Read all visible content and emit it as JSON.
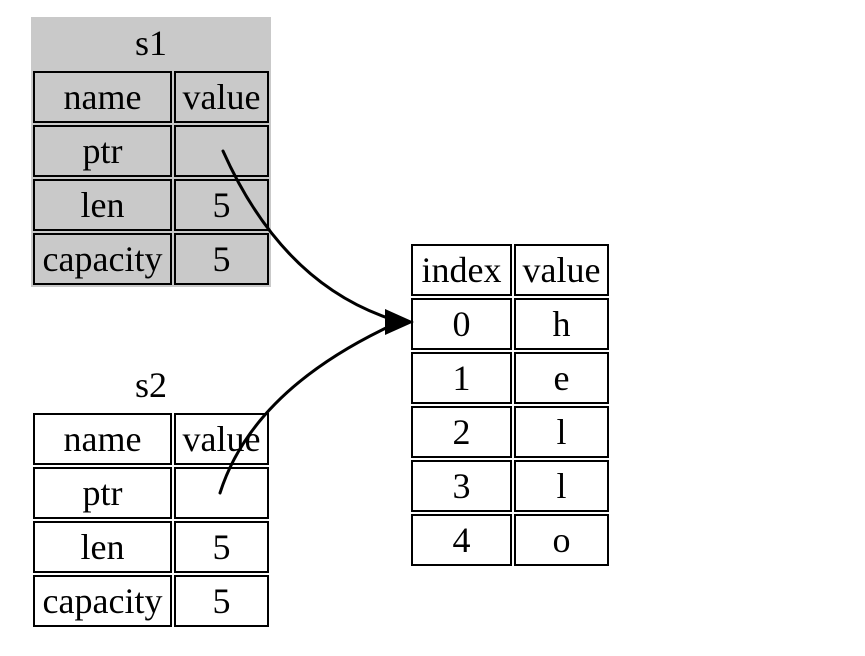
{
  "colors": {
    "canvas_bg": "#ffffff",
    "s1_fill": "#c9c9c9",
    "s2_fill": "#ffffff",
    "heap_fill": "#ffffff",
    "border": "#000000",
    "arrow": "#000000"
  },
  "s1": {
    "title": "s1",
    "headers": {
      "name": "name",
      "value": "value"
    },
    "rows": [
      {
        "name": "ptr",
        "value": ""
      },
      {
        "name": "len",
        "value": "5"
      },
      {
        "name": "capacity",
        "value": "5"
      }
    ]
  },
  "s2": {
    "title": "s2",
    "headers": {
      "name": "name",
      "value": "value"
    },
    "rows": [
      {
        "name": "ptr",
        "value": ""
      },
      {
        "name": "len",
        "value": "5"
      },
      {
        "name": "capacity",
        "value": "5"
      }
    ]
  },
  "heap": {
    "headers": {
      "index": "index",
      "value": "value"
    },
    "rows": [
      {
        "index": "0",
        "value": "h"
      },
      {
        "index": "1",
        "value": "e"
      },
      {
        "index": "2",
        "value": "l"
      },
      {
        "index": "3",
        "value": "l"
      },
      {
        "index": "4",
        "value": "o"
      }
    ]
  }
}
